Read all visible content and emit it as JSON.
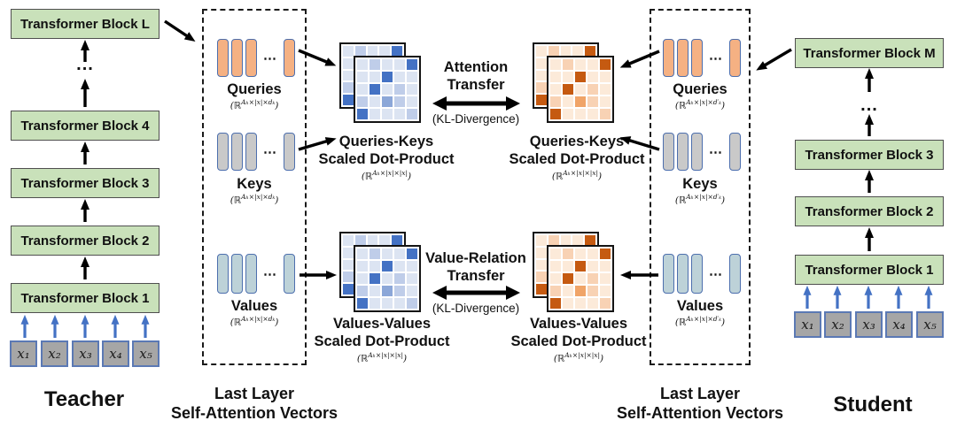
{
  "teacher": {
    "label": "Teacher",
    "blocks": [
      "Transformer Block L",
      "Transformer Block 4",
      "Transformer Block 3",
      "Transformer Block 2",
      "Transformer Block 1"
    ],
    "dots": "...",
    "inputs": [
      "x₁",
      "x₂",
      "x₃",
      "x₄",
      "x₅"
    ]
  },
  "student": {
    "label": "Student",
    "blocks": [
      "Transformer Block M",
      "Transformer Block 3",
      "Transformer Block 2",
      "Transformer Block 1"
    ],
    "dots": "...",
    "inputs": [
      "x₁",
      "x₂",
      "x₃",
      "x₄",
      "x₅"
    ]
  },
  "teacher_panel": {
    "caption_line1": "Last Layer",
    "caption_line2": "Self-Attention Vectors",
    "ellipsis": "⋯",
    "queries": {
      "label": "Queries",
      "math": {
        "pre": "(ℝ",
        "sup": "Aₕ×|x|×dₖ",
        "post": ")"
      }
    },
    "keys": {
      "label": "Keys",
      "math": {
        "pre": "(ℝ",
        "sup": "Aₕ×|x|×dₖ",
        "post": ")"
      }
    },
    "values": {
      "label": "Values",
      "math": {
        "pre": "(ℝ",
        "sup": "Aₕ×|x|×dₖ",
        "post": ")"
      }
    }
  },
  "student_panel": {
    "caption_line1": "Last Layer",
    "caption_line2": "Self-Attention Vectors",
    "ellipsis": "⋯",
    "queries": {
      "label": "Queries",
      "math": {
        "pre": "(ℝ",
        "sup": "Aₕ×|x|×d′ₖ",
        "post": ")"
      }
    },
    "keys": {
      "label": "Keys",
      "math": {
        "pre": "(ℝ",
        "sup": "Aₕ×|x|×d′ₖ",
        "post": ")"
      }
    },
    "values": {
      "label": "Values",
      "math": {
        "pre": "(ℝ",
        "sup": "Aₕ×|x|×d′ₖ",
        "post": ")"
      }
    }
  },
  "products": {
    "qk": {
      "line1": "Queries-Keys",
      "line2": "Scaled Dot-Product",
      "math": {
        "pre": "(ℝ",
        "sup": "Aₕ×|x|×|x|",
        "post": ")"
      }
    },
    "vv": {
      "line1": "Values-Values",
      "line2": "Scaled Dot-Product",
      "math": {
        "pre": "(ℝ",
        "sup": "Aₕ×|x|×|x|",
        "post": ")"
      }
    }
  },
  "transfer": {
    "attention": {
      "line1": "Attention",
      "line2": "Transfer",
      "note": "(KL-Divergence)"
    },
    "value_relation": {
      "line1": "Value-Relation",
      "line2": "Transfer",
      "note": "(KL-Divergence)"
    }
  },
  "matrices": {
    "pattern": [
      [
        0,
        1,
        0,
        0,
        3
      ],
      [
        0,
        0,
        3,
        0,
        0
      ],
      [
        0,
        3,
        0,
        1,
        0
      ],
      [
        1,
        0,
        2,
        1,
        0
      ],
      [
        3,
        0,
        0,
        0,
        1
      ]
    ],
    "blue_palette": [
      "#dce4f2",
      "#bfcde9",
      "#8ca7d8",
      "#4472c4"
    ],
    "orange_palette": [
      "#fcead9",
      "#f8d2b4",
      "#f0a468",
      "#c55a11"
    ]
  },
  "colors": {
    "block_green": "#c9e1ba",
    "input_gray": "#a6a6a6",
    "bar_orange": "#f5b183",
    "bar_gray": "#c9c9c9",
    "bar_bluegray": "#bdd2d8",
    "arrow_blue": "#4472c4",
    "arrow_black": "#000000",
    "matrix_dark_blue": "#4472c4",
    "matrix_dark_orange": "#c55a11"
  }
}
